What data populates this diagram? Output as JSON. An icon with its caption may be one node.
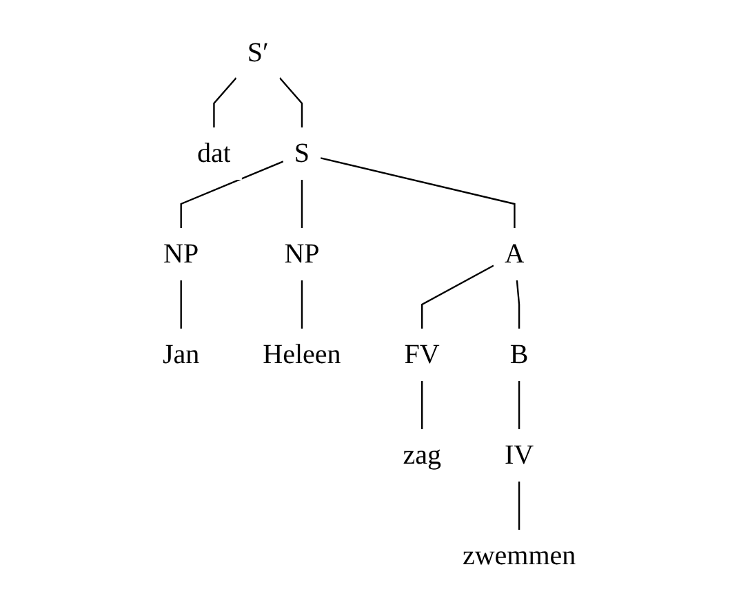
{
  "diagram": {
    "nodes": [
      {
        "text": [
          "S′"
        ]
      },
      {
        "text": [
          "dat"
        ]
      },
      {
        "text": [
          "S"
        ]
      },
      {
        "text": [
          "NP"
        ]
      },
      {
        "text": [
          "NP"
        ]
      },
      {
        "text": [
          "A"
        ]
      },
      {
        "text": [
          "Jan"
        ]
      },
      {
        "text": [
          "Heleen"
        ]
      },
      {
        "text": [
          "FV"
        ]
      },
      {
        "text": [
          "B"
        ]
      },
      {
        "text": [
          "zag"
        ]
      },
      {
        "text": [
          "IV"
        ]
      },
      {
        "text": [
          "zwemmen"
        ]
      }
    ],
    "edges": [
      {
        "from": 0,
        "to": 1,
        "arrow": "none"
      },
      {
        "from": 0,
        "to": 2,
        "arrow": "none"
      },
      {
        "from": 2,
        "to": 3,
        "arrow": "none"
      },
      {
        "from": 2,
        "to": 4,
        "arrow": "none"
      },
      {
        "from": 2,
        "to": 5,
        "arrow": "none"
      },
      {
        "from": 3,
        "to": 6,
        "arrow": "none"
      },
      {
        "from": 4,
        "to": 7,
        "arrow": "none"
      },
      {
        "from": 5,
        "to": 8,
        "arrow": "none"
      },
      {
        "from": 5,
        "to": 9,
        "arrow": "none"
      },
      {
        "from": 8,
        "to": 10,
        "arrow": "none"
      },
      {
        "from": 9,
        "to": 11,
        "arrow": "none"
      },
      {
        "from": 11,
        "to": 12,
        "arrow": "none"
      }
    ]
  }
}
